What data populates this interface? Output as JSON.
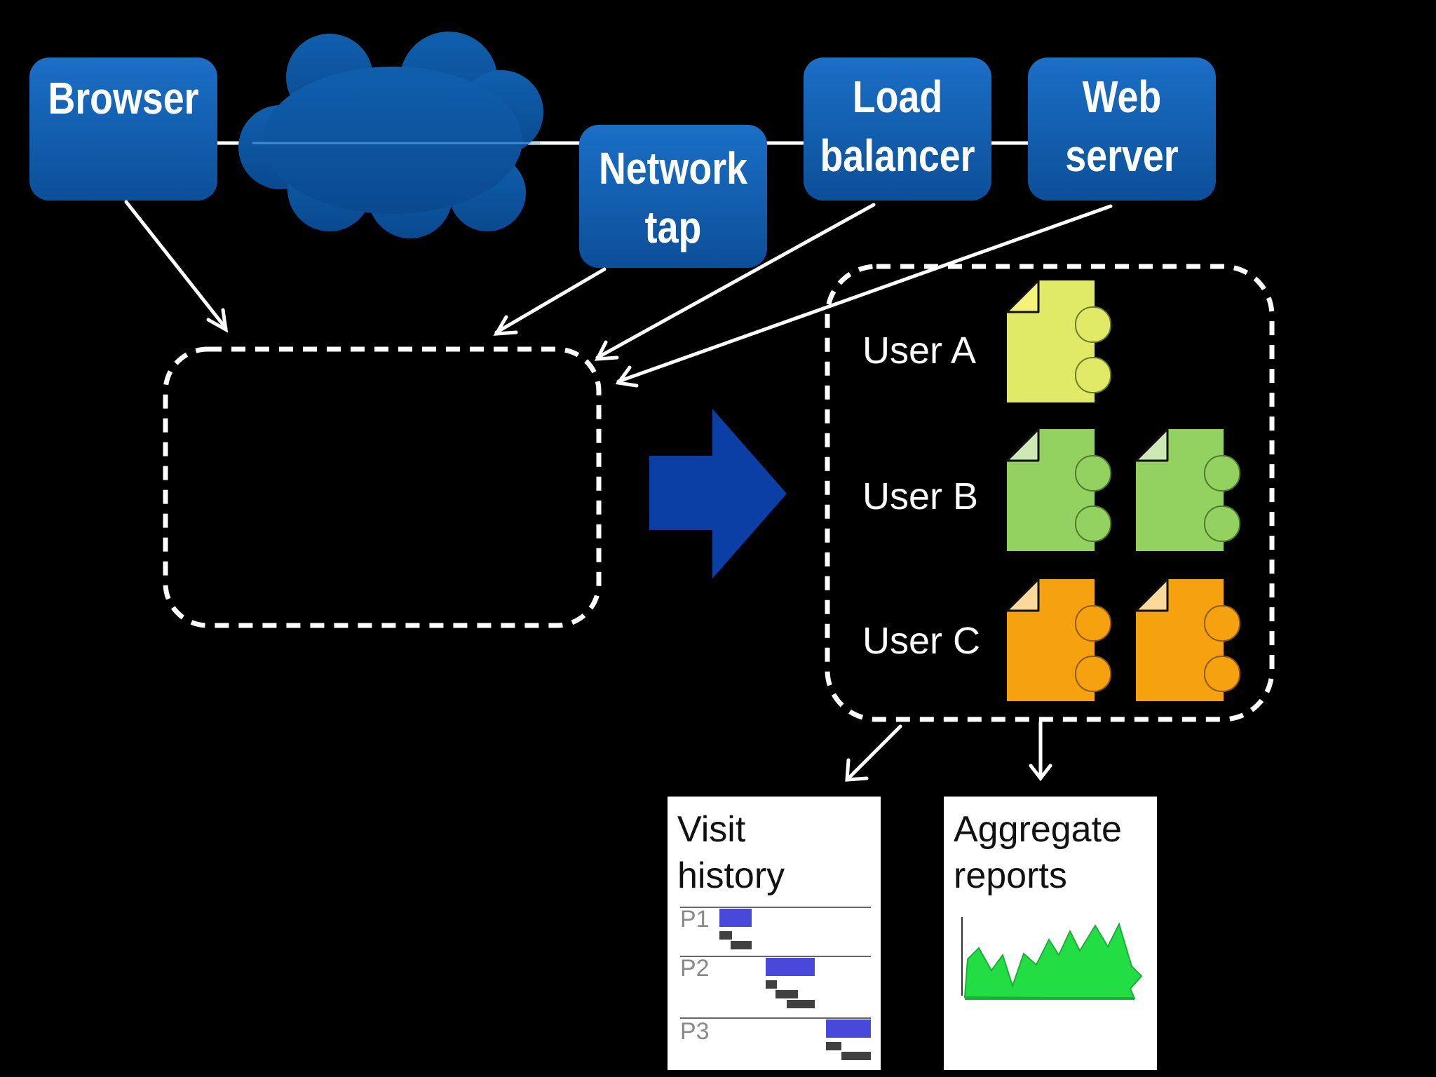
{
  "nodes": {
    "browser": "Browser",
    "network_tap": [
      "Network",
      "tap"
    ],
    "load_balancer": [
      "Load",
      "balancer"
    ],
    "web_server": [
      "Web",
      "server"
    ]
  },
  "users": {
    "a": "User A",
    "b": "User B",
    "c": "User C"
  },
  "cards": {
    "visit_history": [
      "Visit",
      "history"
    ],
    "aggregate_reports": [
      "Aggregate",
      "reports"
    ]
  },
  "visit_rows": [
    "P1",
    "P2",
    "P3"
  ],
  "icons": {
    "cloud": "internet-cloud-icon",
    "arrow": "flow-arrow-icon",
    "document": "log-document-icon",
    "chart": "area-chart-icon"
  },
  "colors": {
    "background": "#000000",
    "node_blue": "#1564b5",
    "arrow_blue": "#0b3fa6",
    "user_a": "#e0ea66",
    "user_b": "#93d160",
    "user_c": "#f6a20f",
    "bar_blue": "#4848db",
    "bar_dark": "#404040",
    "chart_green": "#22dd44"
  }
}
